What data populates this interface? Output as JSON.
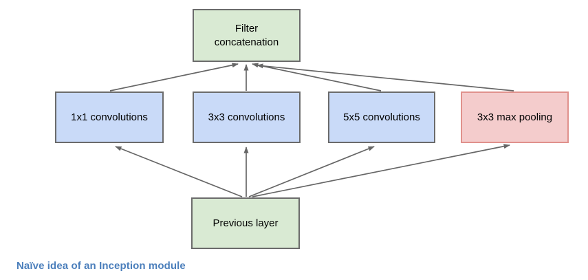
{
  "diagram": {
    "arrow_color": "#666666",
    "nodes": {
      "filter_concat": {
        "label": "Filter\nconcatenation",
        "fill": "#d9ead3",
        "border": "#6b6b6b"
      },
      "conv1x1": {
        "label": "1x1 convolutions",
        "fill": "#c9daf8",
        "border": "#6b6b6b"
      },
      "conv3x3": {
        "label": "3x3 convolutions",
        "fill": "#c9daf8",
        "border": "#6b6b6b"
      },
      "conv5x5": {
        "label": "5x5 convolutions",
        "fill": "#c9daf8",
        "border": "#6b6b6b"
      },
      "maxpool3x3": {
        "label": "3x3 max pooling",
        "fill": "#f4cccc",
        "border": "#e0918c"
      },
      "previous_layer": {
        "label": "Previous layer",
        "fill": "#d9ead3",
        "border": "#6b6b6b"
      }
    },
    "edges": [
      {
        "from": "previous_layer",
        "to": "conv1x1"
      },
      {
        "from": "previous_layer",
        "to": "conv3x3"
      },
      {
        "from": "previous_layer",
        "to": "conv5x5"
      },
      {
        "from": "previous_layer",
        "to": "maxpool3x3"
      },
      {
        "from": "conv1x1",
        "to": "filter_concat"
      },
      {
        "from": "conv3x3",
        "to": "filter_concat"
      },
      {
        "from": "conv5x5",
        "to": "filter_concat"
      },
      {
        "from": "maxpool3x3",
        "to": "filter_concat"
      }
    ],
    "caption": {
      "text": "Naïve idea of an Inception module",
      "color": "#4a7ebb"
    }
  }
}
